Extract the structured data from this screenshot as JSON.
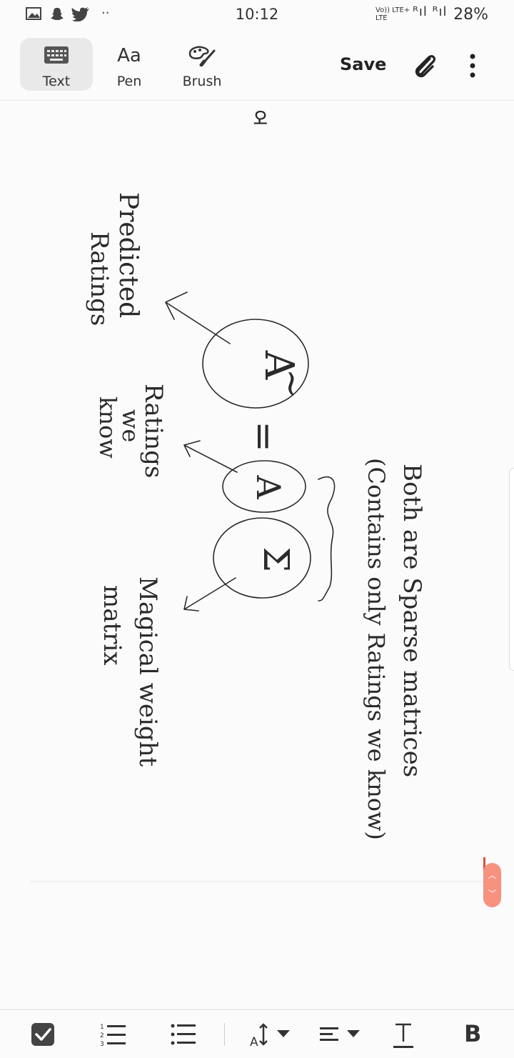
{
  "status_bar": {
    "time": "10:12",
    "battery": "28%",
    "network": "Vo)) LTE+",
    "network_sub": "LTE"
  },
  "toolbar": {
    "tools": [
      {
        "label": "Text",
        "icon": "keyboard-icon",
        "active": true
      },
      {
        "label": "Pen",
        "icon": "handwriting-icon"
      },
      {
        "label": "Brush",
        "icon": "brush-palette-icon"
      }
    ],
    "save_label": "Save"
  },
  "note": {
    "top_mark": "ठ",
    "equation": {
      "left": "A",
      "tilde": "~",
      "equals": "=",
      "middle": "A",
      "right": "Σ"
    },
    "labels": {
      "predicted": [
        "Predicted",
        "Ratings"
      ],
      "known": [
        "Ratings",
        "we",
        "know"
      ],
      "magical": [
        "Magical weight",
        "matrix"
      ],
      "sparse": [
        "Both are Sparse matrices",
        "(Contains only Ratings we know)"
      ]
    }
  },
  "format_bar": {
    "items": [
      "checkbox-icon",
      "numbered-list-icon",
      "bullet-list-icon",
      "font-size-icon",
      "align-icon",
      "text-color-icon",
      "bold-icon"
    ],
    "bold_label": "B"
  },
  "colors": {
    "accent": "#f6927e",
    "caret": "#e04f3a"
  }
}
